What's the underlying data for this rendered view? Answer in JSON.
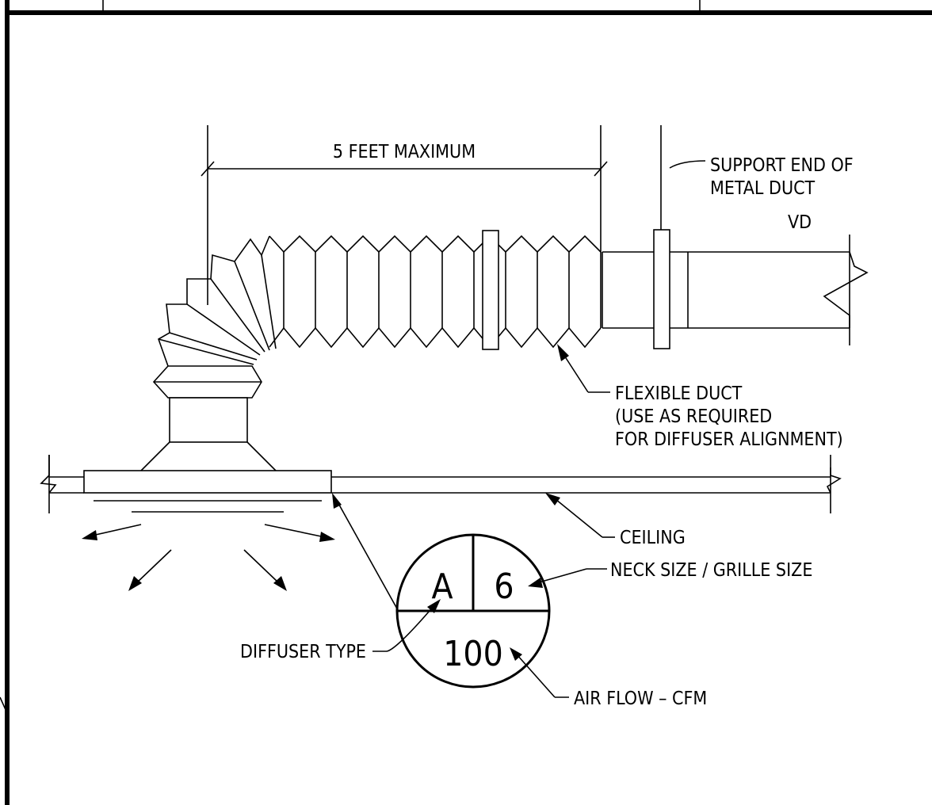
{
  "labels": {
    "dimension": "5 FEET MAXIMUM",
    "support_line1": "SUPPORT END OF",
    "support_line2": "METAL DUCT",
    "vd": "VD",
    "flex_line1": "FLEXIBLE DUCT",
    "flex_line2": "(USE AS REQUIRED",
    "flex_line3": "FOR DIFFUSER ALIGNMENT)",
    "ceiling": "CEILING",
    "neck_size": "NECK SIZE / GRILLE SIZE",
    "diffuser_type": "DIFFUSER TYPE",
    "air_flow": "AIR FLOW – CFM"
  },
  "tag": {
    "type_letter": "A",
    "neck_size_value": "6",
    "cfm_value": "100"
  }
}
